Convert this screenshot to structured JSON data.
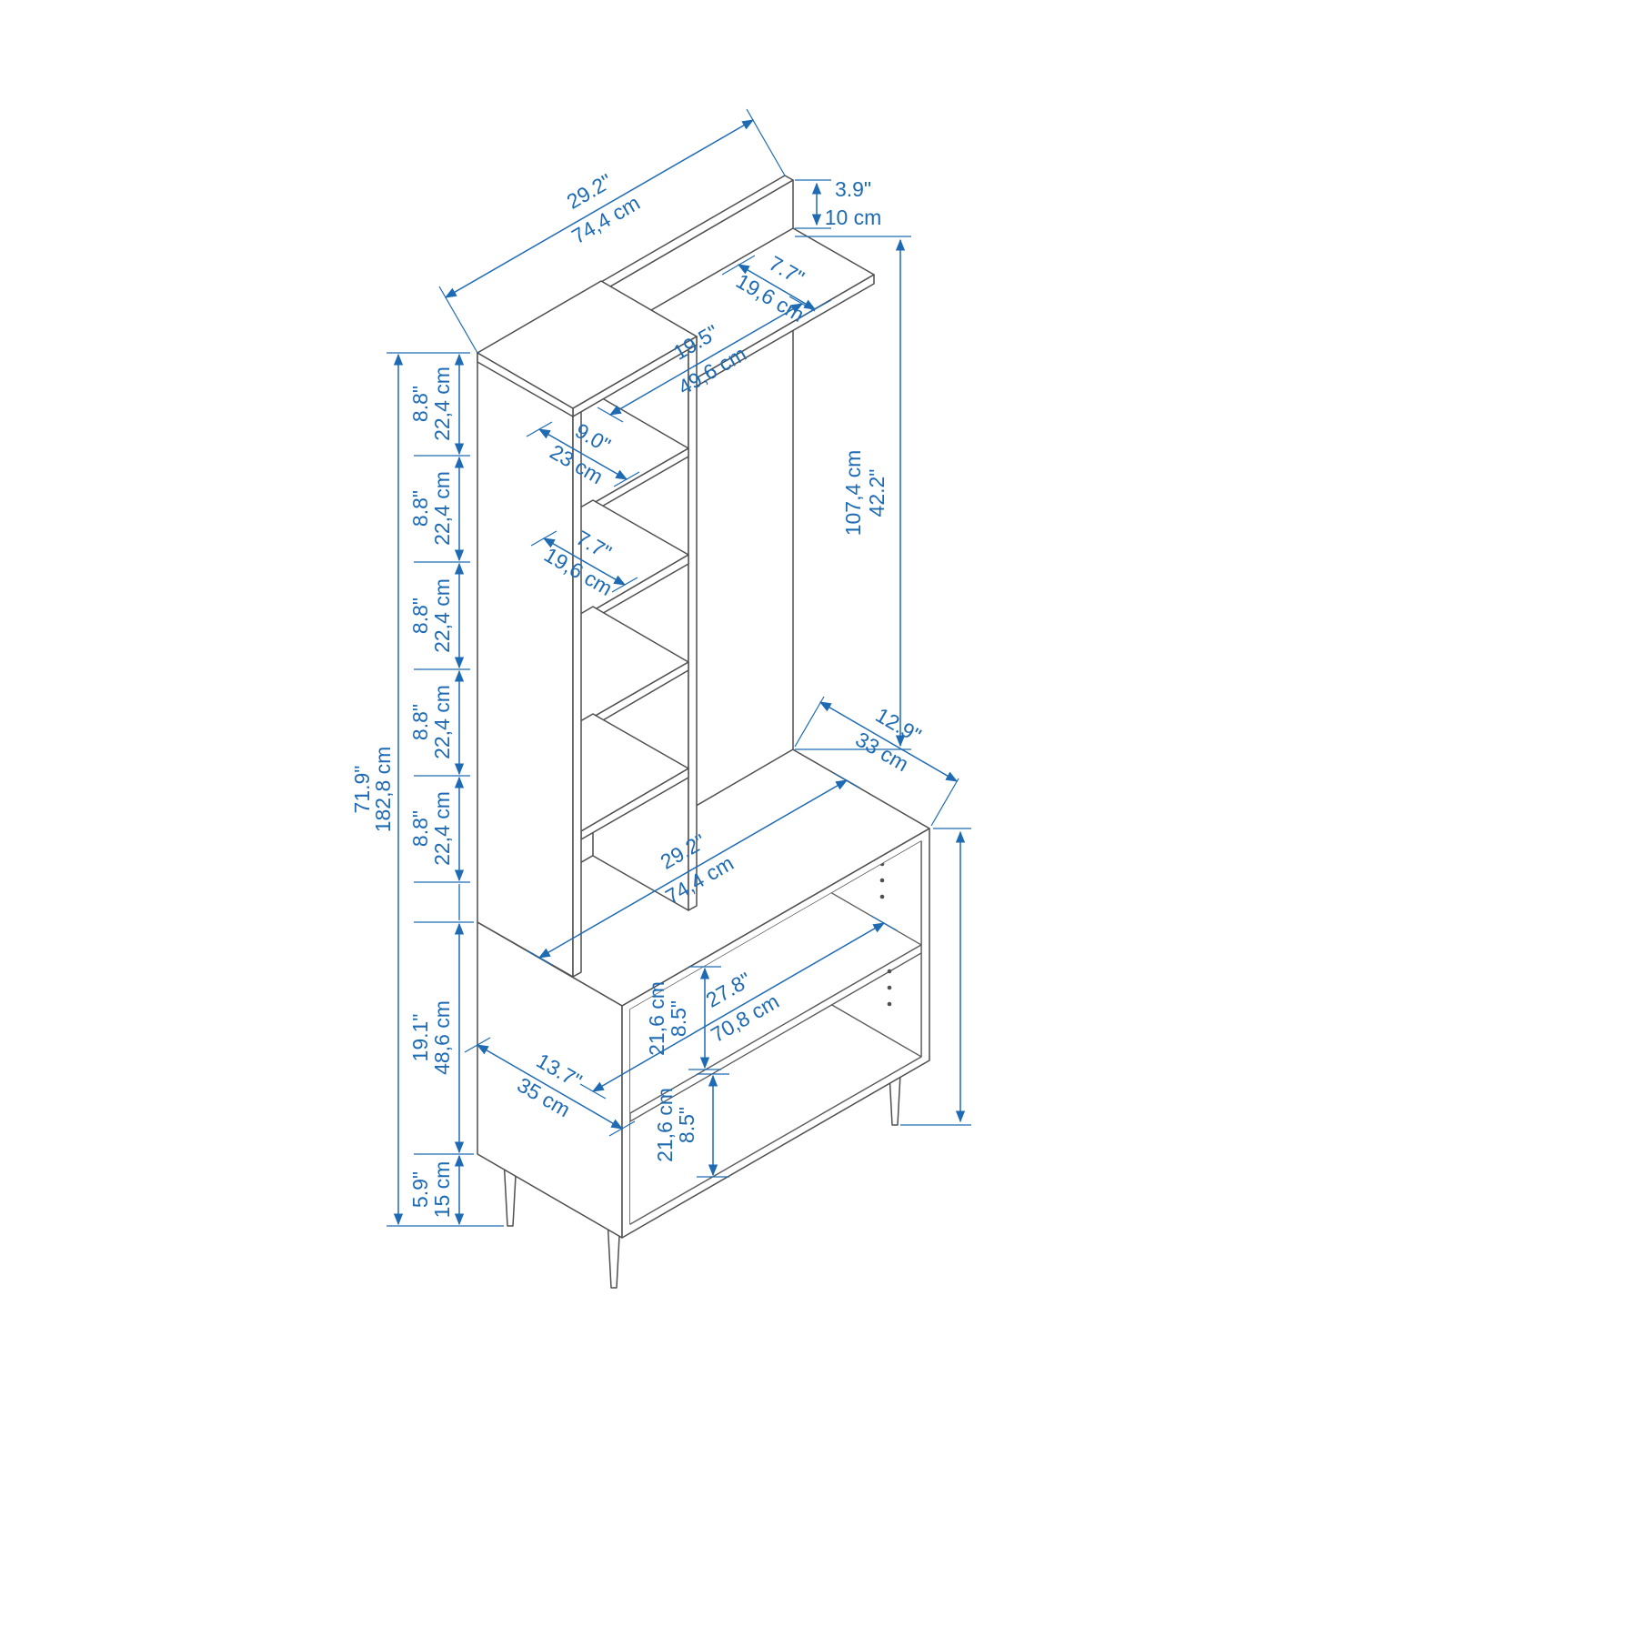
{
  "drawing": {
    "type": "furniture dimension diagram",
    "subject": "hall tree / entryway storage unit isometric drawing"
  },
  "labels": {
    "total_width": {
      "in": "29.2\"",
      "cm": "74,4 cm"
    },
    "back_strip": {
      "in": "3.9\"",
      "cm": "10 cm"
    },
    "top_shelf_depth": {
      "in": "7.7\"",
      "cm": "19,6 cm"
    },
    "hanging_width": {
      "in": "19.5\"",
      "cm": "49,6 cm"
    },
    "shelf_depth_large": {
      "in": "9.0\"",
      "cm": "23 cm"
    },
    "shelf_depth_small": {
      "in": "7.7\"",
      "cm": "19,6 cm"
    },
    "back_panel_height": {
      "in": "42.2\"",
      "cm": "107,4 cm"
    },
    "shelf_spacing": {
      "in": "8.8\"",
      "cm": "22,4 cm"
    },
    "total_height": {
      "in": "71.9\"",
      "cm": "182,8 cm"
    },
    "cabinet_width": {
      "in": "29.2\"",
      "cm": "74,4 cm"
    },
    "cabinet_inner_width": {
      "in": "27.8\"",
      "cm": "70,8 cm"
    },
    "cabinet_section_height": {
      "in": "8.5\"",
      "cm": "21,6 cm"
    },
    "cabinet_depth_side": {
      "in": "13.7\"",
      "cm": "35 cm"
    },
    "cabinet_depth_top": {
      "in": "12.9\"",
      "cm": "33 cm"
    },
    "cabinet_height": {
      "in": "19.1\"",
      "cm": "48,6 cm"
    },
    "leg_height": {
      "in": "5.9\"",
      "cm": "15 cm"
    }
  },
  "colors": {
    "dimension_blue": "#1e6bb4",
    "outline_gray": "#4f4f4f",
    "background": "#ffffff"
  }
}
